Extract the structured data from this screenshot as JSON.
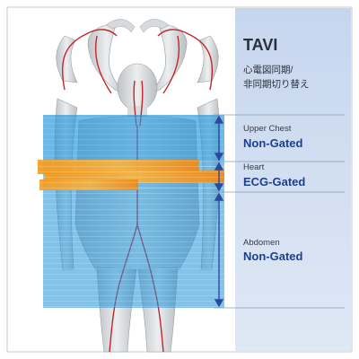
{
  "panel": {
    "title": "TAVI",
    "subtitle_line1": "心電図同期/",
    "subtitle_line2": "非同期切り替え"
  },
  "regions": [
    {
      "name": "Upper Chest",
      "mode": "Non-Gated"
    },
    {
      "name": "Heart",
      "mode": "ECG-Gated"
    },
    {
      "name": "Abdomen",
      "mode": "Non-Gated"
    }
  ],
  "colors": {
    "panel_bg": "#cfdcef",
    "scan_blue": "#1f8fd6",
    "scan_orange": "#f08a1e",
    "arrow": "#2b4a9b",
    "vessel": "#c0262b",
    "mode_text": "#1d3f8f"
  }
}
